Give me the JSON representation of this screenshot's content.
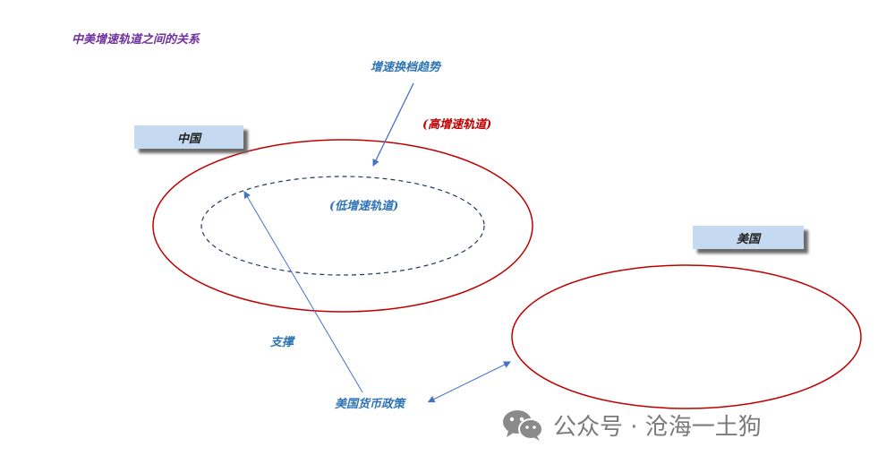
{
  "title": "中美增速轨道之间的关系",
  "labels": {
    "china": "中国",
    "us": "美国",
    "growth_shift_trend": "增速换档趋势",
    "high_growth_track": "(高增速轨道)",
    "low_growth_track": "(低增速轨道)",
    "support": "支撑",
    "us_monetary_policy": "美国货币政策"
  },
  "watermark": {
    "text": "公众号 · 沧海一土狗",
    "icon": "wechat-icon"
  },
  "colors": {
    "ellipse_red": "#c00000",
    "inner_dashed": "#1f3864",
    "arrow_blue": "#4472c4",
    "label_blue": "#2e74b5",
    "box_fill": "#c5d9f1",
    "title_purple": "#7030a0"
  }
}
